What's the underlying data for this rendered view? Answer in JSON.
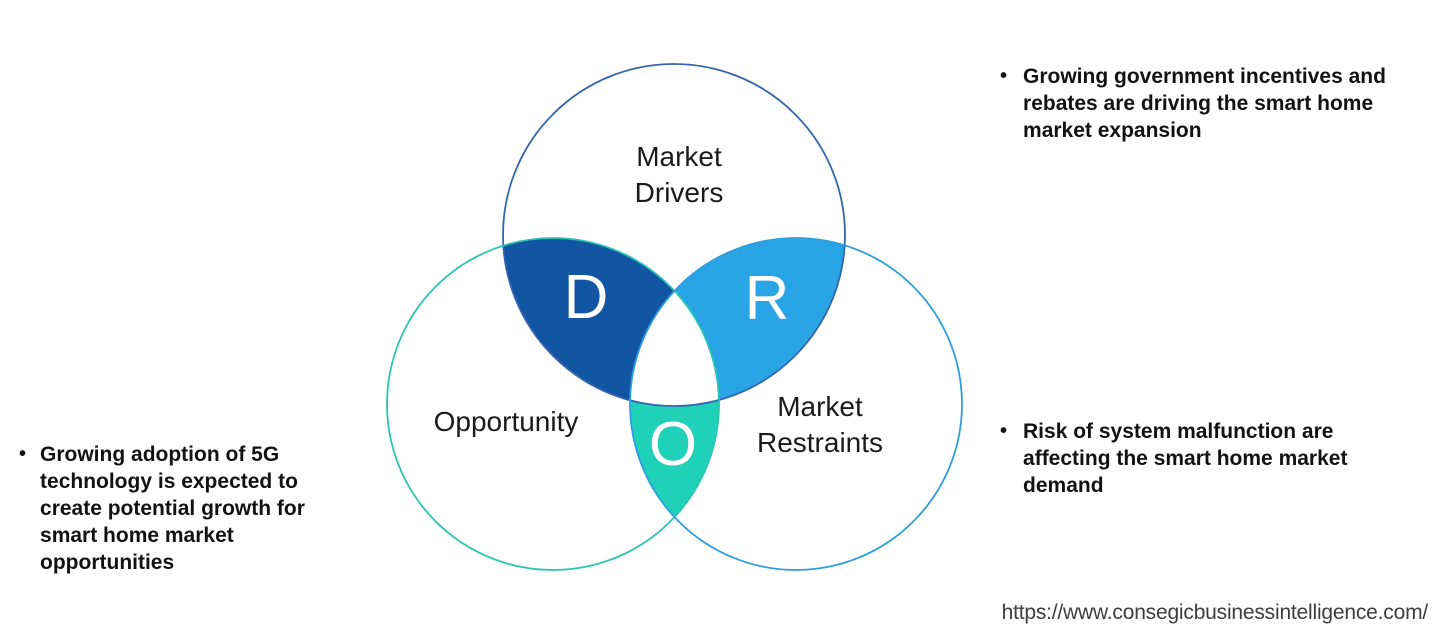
{
  "venn": {
    "drivers_label_lines": [
      "Market",
      "Drivers"
    ],
    "opportunity_label": "Opportunity",
    "restraints_label_lines": [
      "Market",
      "Restraints"
    ],
    "region_letters": {
      "d": "D",
      "r": "R",
      "o": "O"
    },
    "colors": {
      "drivers_stroke": "#3465AC",
      "opportunity_stroke": "#2BC4B2",
      "restraints_stroke": "#2D9EDC",
      "d_fill": "#1256A3",
      "r_fill": "#29A5E6",
      "o_fill": "#1FD1B9",
      "center_fill": "#FFFFFF",
      "letter_color": "#FFFFFF"
    }
  },
  "bullets": {
    "left": {
      "marker": "•",
      "lines": [
        "Growing adoption of 5G",
        "technology is expected to",
        "create potential growth for",
        "smart home market",
        "opportunities"
      ]
    },
    "right_top": {
      "marker": "•",
      "lines": [
        "Growing government incentives and",
        "rebates are driving the smart home",
        "market expansion"
      ]
    },
    "right_bottom": {
      "marker": "•",
      "lines": [
        "Risk of system malfunction are",
        "affecting the smart home market",
        "demand"
      ]
    }
  },
  "footer": {
    "url": "https://www.consegicbusinessintelligence.com/"
  }
}
